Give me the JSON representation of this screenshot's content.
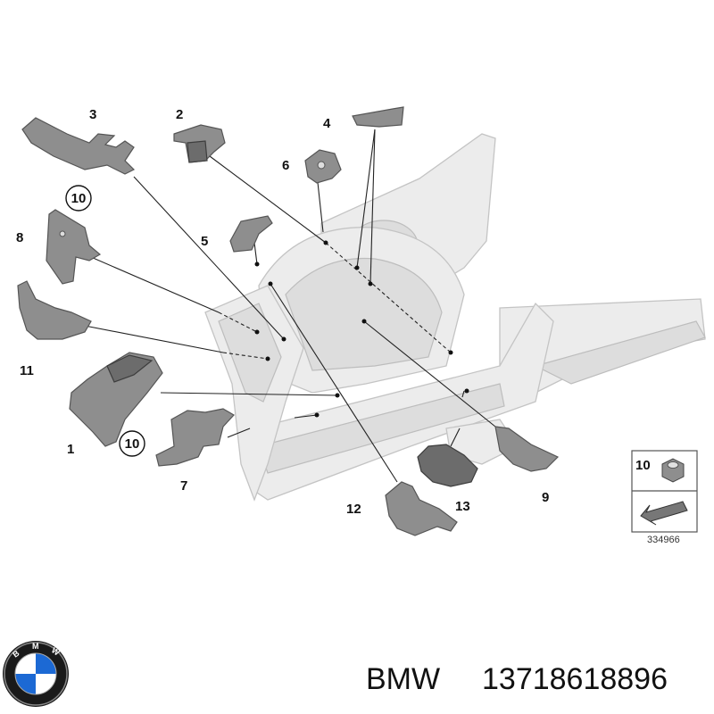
{
  "diagram": {
    "part_labels": [
      "1",
      "2",
      "3",
      "4",
      "5",
      "6",
      "7",
      "8",
      "9",
      "10",
      "11",
      "12",
      "13"
    ],
    "circled_label": "10",
    "legend_item_number": "10",
    "reference_code": "334966"
  },
  "footer": {
    "brand": "BMW",
    "part_number": "13718618896",
    "logo_letters": "B M W"
  }
}
